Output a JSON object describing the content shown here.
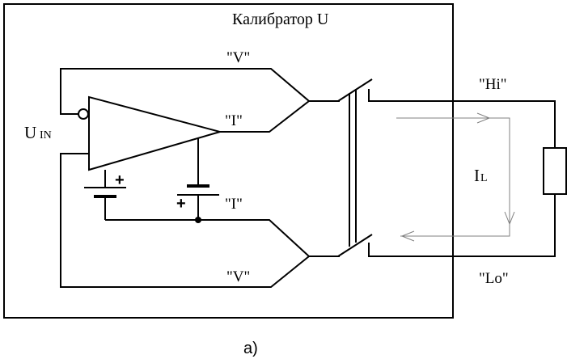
{
  "box_title": "Калибратор U",
  "labels": {
    "v_top": "\"V\"",
    "i_top": "\"I\"",
    "i_bottom": "\"I\"",
    "v_bottom": "\"V\"",
    "hi": "\"Hi\"",
    "lo": "\"Lo\"",
    "uin_main": "U",
    "uin_sub": "IN",
    "il_main": "I",
    "il_sub": "L",
    "plus_1": "+",
    "plus_2": "+"
  },
  "caption": "а)",
  "colors": {
    "line": "#000000",
    "current_arrow": "#808080"
  }
}
